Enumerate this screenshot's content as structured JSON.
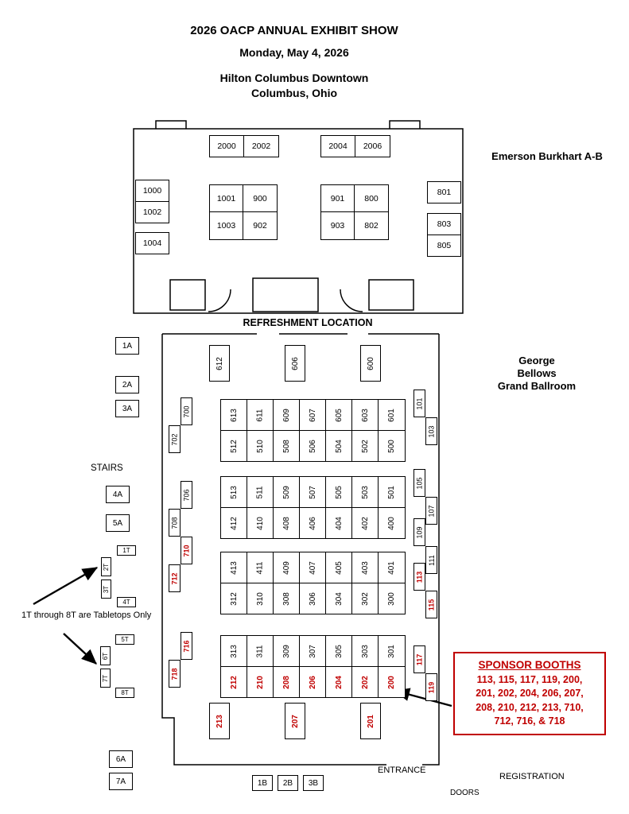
{
  "header": {
    "title": "2026 OACP ANNUAL EXHIBIT SHOW",
    "date": "Monday, May 4, 2026",
    "venue": "Hilton Columbus Downtown",
    "city": "Columbus, Ohio"
  },
  "rooms": {
    "emerson": {
      "name": "Emerson Burkhart A-B"
    },
    "ballroom": {
      "name_lines": [
        "George",
        "Bellows",
        "Grand Ballroom"
      ]
    }
  },
  "labels": {
    "refreshment": "REFRESHMENT LOCATION",
    "stairs": "STAIRS",
    "tabletops_note": "1T through 8T are Tabletops Only",
    "entrance": "ENTRANCE",
    "doors": "DOORS",
    "registration": "REGISTRATION"
  },
  "sponsor_box": {
    "title": "SPONSOR BOOTHS",
    "lines": [
      "113, 115, 117, 119, 200,",
      "201, 202, 204, 206, 207,",
      "208, 210, 212, 213, 710,",
      "712, 716, & 718"
    ]
  },
  "sponsor_booths": [
    "113",
    "115",
    "117",
    "119",
    "200",
    "201",
    "202",
    "204",
    "206",
    "207",
    "208",
    "210",
    "212",
    "213",
    "710",
    "712",
    "716",
    "718"
  ],
  "emerson_booths": {
    "top_left_pair": [
      "2000",
      "2002"
    ],
    "top_right_pair": [
      "2004",
      "2006"
    ],
    "left_column": [
      "1000",
      "1002",
      "1004"
    ],
    "center_left_block": [
      "1001",
      "900",
      "1003",
      "902"
    ],
    "center_right_block": [
      "901",
      "800",
      "903",
      "802"
    ],
    "right_column": [
      "801",
      "803",
      "805"
    ]
  },
  "hall_booths": {
    "top_row": [
      "612",
      "606",
      "600"
    ],
    "bottom_row": [
      "213",
      "207",
      "201"
    ],
    "left_wall": [
      [
        "700",
        "702"
      ],
      [
        "706",
        "708"
      ],
      [
        "710",
        "712"
      ],
      [
        "716",
        "718"
      ]
    ],
    "right_wall": [
      [
        "101",
        "103"
      ],
      [
        "105",
        "107"
      ],
      [
        "109",
        "111"
      ],
      [
        "113",
        "115"
      ],
      [
        "117",
        "119"
      ]
    ],
    "island_rows": [
      [
        "613",
        "611",
        "609",
        "607",
        "605",
        "603",
        "601"
      ],
      [
        "512",
        "510",
        "508",
        "506",
        "504",
        "502",
        "500"
      ],
      [
        "513",
        "511",
        "509",
        "507",
        "505",
        "503",
        "501"
      ],
      [
        "412",
        "410",
        "408",
        "406",
        "404",
        "402",
        "400"
      ],
      [
        "413",
        "411",
        "409",
        "407",
        "405",
        "403",
        "401"
      ],
      [
        "312",
        "310",
        "308",
        "306",
        "304",
        "302",
        "300"
      ],
      [
        "313",
        "311",
        "309",
        "307",
        "305",
        "303",
        "301"
      ],
      [
        "212",
        "210",
        "208",
        "206",
        "204",
        "202",
        "200"
      ]
    ]
  },
  "side_booths": {
    "a_top": [
      "1A",
      "2A",
      "3A"
    ],
    "a_mid": [
      "4A",
      "5A"
    ],
    "a_bottom": [
      "6A",
      "7A"
    ],
    "t_group1": [
      "1T",
      "2T",
      "3T",
      "4T"
    ],
    "t_group2": [
      "5T",
      "6T",
      "7T",
      "8T"
    ],
    "b_row": [
      "1B",
      "2B",
      "3B"
    ]
  },
  "colors": {
    "sponsor_red": "#c00000",
    "line": "#000000",
    "background": "#ffffff"
  }
}
